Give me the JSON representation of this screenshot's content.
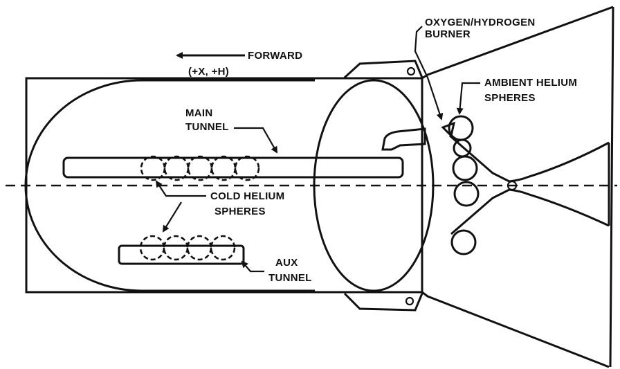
{
  "labels": {
    "forward": "FORWARD",
    "axis": "(+X, +H)",
    "main_tunnel_line1": "MAIN",
    "main_tunnel_line2": "TUNNEL",
    "cold_helium_line1": "COLD HELIUM",
    "cold_helium_line2": "SPHERES",
    "aux_tunnel_line1": "AUX",
    "aux_tunnel_line2": "TUNNEL",
    "burner_line1": "OXYGEN/HYDROGEN",
    "burner_line2": "BURNER",
    "ambient_helium_line1": "AMBIENT HELIUM",
    "ambient_helium_line2": "SPHERES"
  },
  "colors": {
    "ink": "#111111",
    "paper": "#ffffff"
  }
}
